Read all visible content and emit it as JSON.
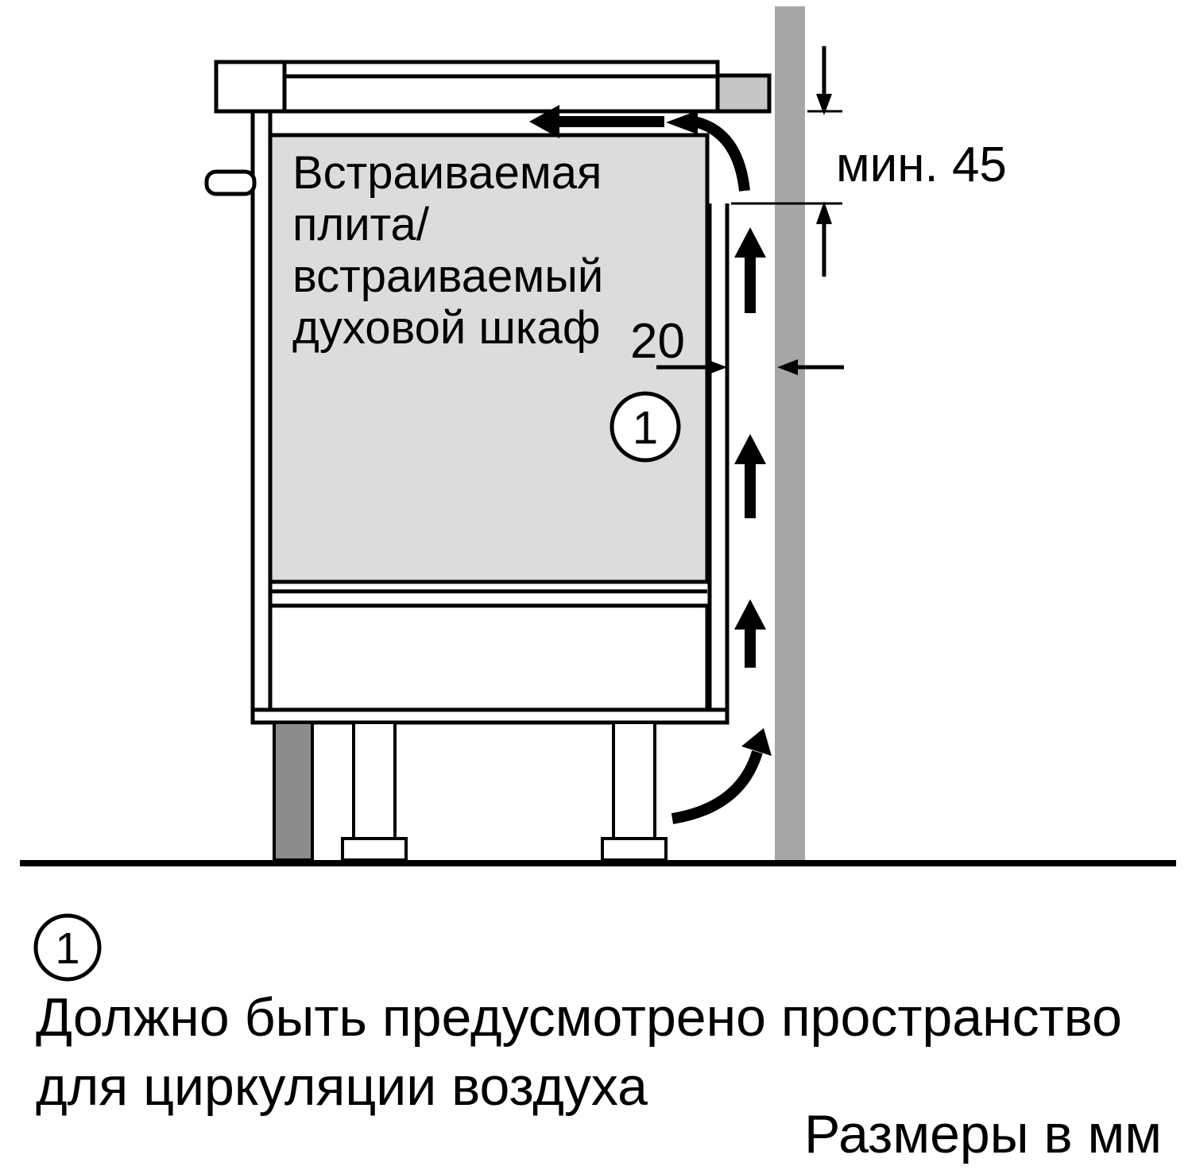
{
  "colors": {
    "background": "#ffffff",
    "outline": "#000000",
    "oven_fill": "#dcdcdc",
    "wall_fill": "#a6a6a6",
    "worktop_trim_fill": "#c6c6c6",
    "plinth_fill": "#8c8c8c"
  },
  "diagram": {
    "appliance_label": {
      "line1": "Встраиваемая",
      "line2": "плита/",
      "line3": "встраиваемый",
      "line4": "духовой шкаф"
    },
    "dimensions": {
      "min_gap": "мин. 45",
      "rear_gap": "20"
    },
    "callout": "1"
  },
  "legend": {
    "marker": "1",
    "note_line1": "Должно быть предусмотрено пространство",
    "note_line2": "для циркуляции воздуха",
    "units_note": "Размеры в мм"
  }
}
